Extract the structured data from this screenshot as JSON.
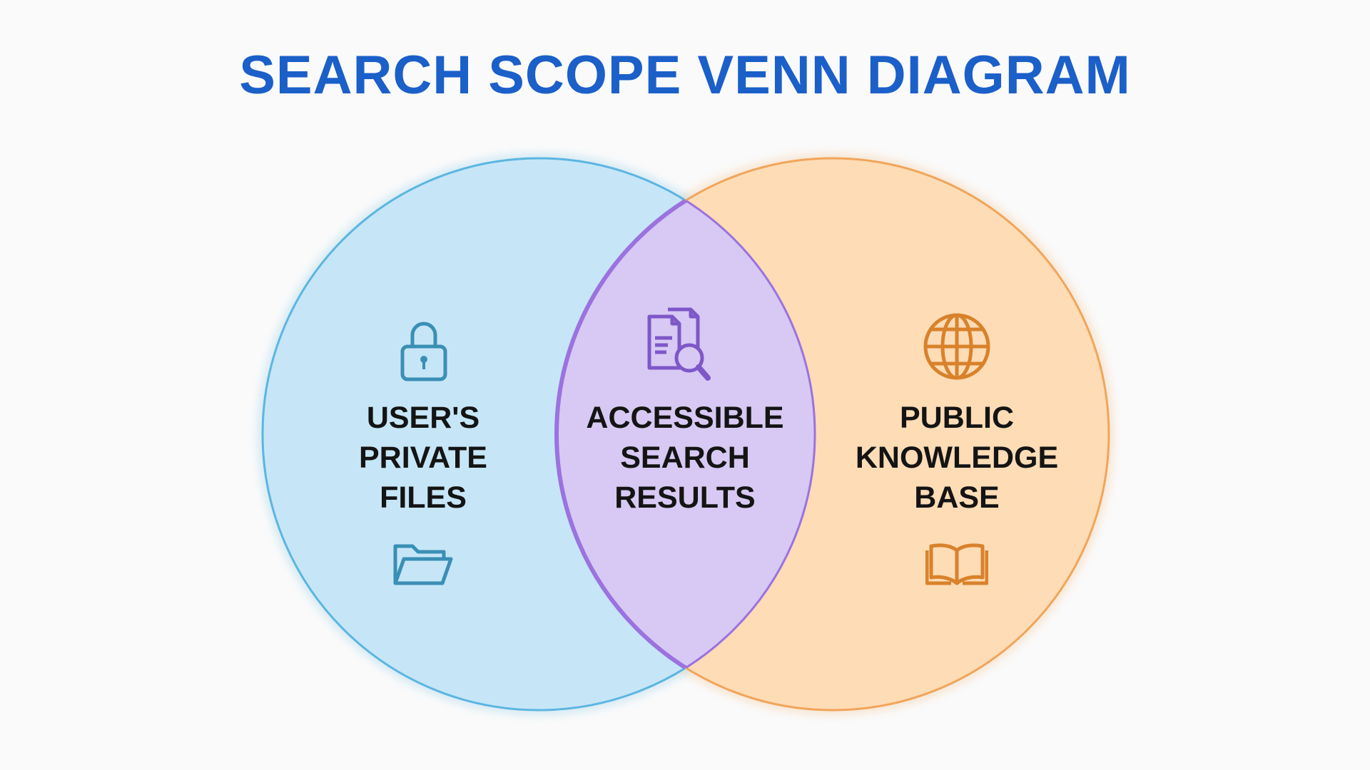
{
  "title": "SEARCH SCOPE VENN DIAGRAM",
  "sets": {
    "left": {
      "lines": [
        "USER'S",
        "PRIVATE",
        "FILES"
      ],
      "icons": [
        "lock-icon",
        "folder-icon"
      ],
      "fill": "#c6e6f7",
      "stroke": "#5cb5e1",
      "icon_color": "#3a8fb5"
    },
    "intersection": {
      "lines": [
        "ACCESSIBLE",
        "SEARCH",
        "RESULTS"
      ],
      "icons": [
        "document-search-icon"
      ],
      "fill": "#d7c9f3",
      "stroke": "#9b72e0",
      "icon_color": "#7e57c8"
    },
    "right": {
      "lines": [
        "PUBLIC",
        "KNOWLEDGE",
        "BASE"
      ],
      "icons": [
        "globe-icon",
        "book-icon"
      ],
      "fill": "#fddcb6",
      "stroke": "#f1a55a",
      "icon_color": "#d9822b"
    }
  }
}
